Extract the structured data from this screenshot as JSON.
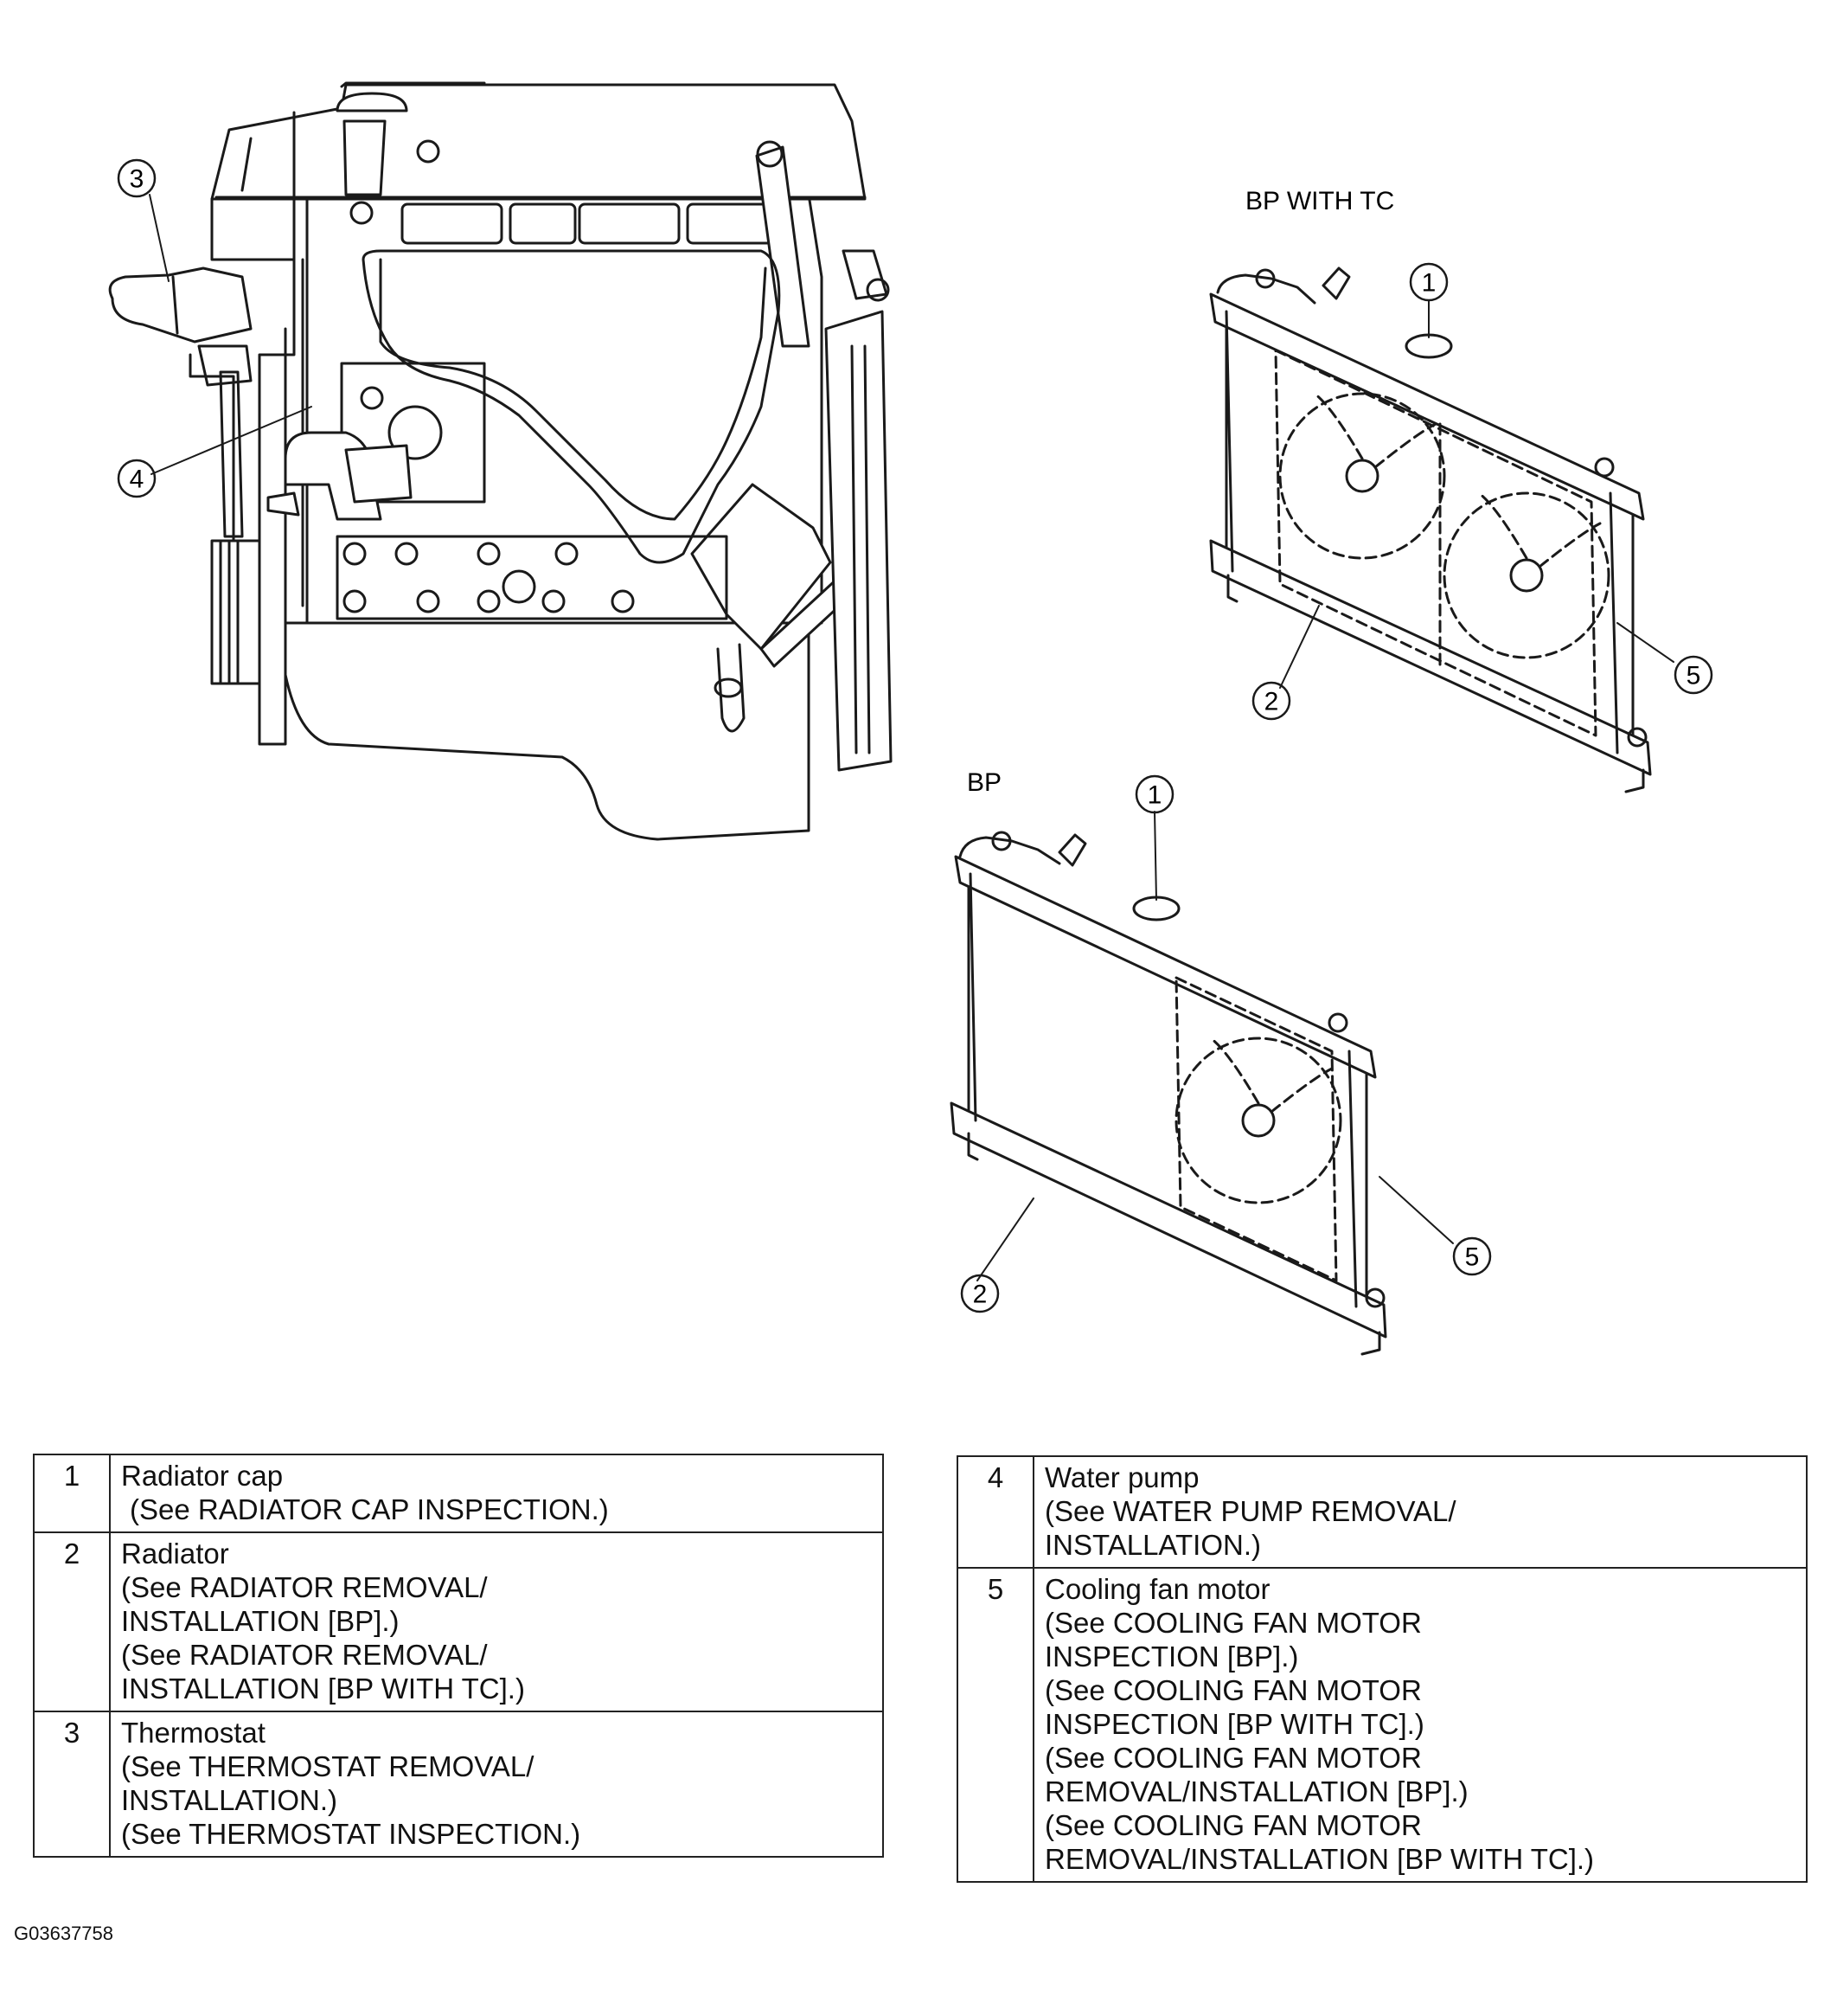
{
  "variant_labels": {
    "bp_with_tc": "BP WITH TC",
    "bp": "BP"
  },
  "callouts": [
    "1",
    "2",
    "3",
    "4",
    "5"
  ],
  "legend_left": [
    {
      "num": "1",
      "name": "Radiator cap",
      "refs": [
        "(See RADIATOR CAP INSPECTION.)"
      ]
    },
    {
      "num": "2",
      "name": "Radiator",
      "refs": [
        "(See RADIATOR REMOVAL/\nINSTALLATION [BP].)",
        "(See RADIATOR REMOVAL/\nINSTALLATION [BP WITH TC].)"
      ]
    },
    {
      "num": "3",
      "name": "Thermostat",
      "refs": [
        "(See THERMOSTAT REMOVAL/\nINSTALLATION.)",
        "(See THERMOSTAT INSPECTION.)"
      ]
    }
  ],
  "legend_right": [
    {
      "num": "4",
      "name": "Water pump",
      "refs": [
        "(See WATER PUMP REMOVAL/\nINSTALLATION.)"
      ]
    },
    {
      "num": "5",
      "name": "Cooling fan motor",
      "refs": [
        "(See COOLING FAN MOTOR\nINSPECTION [BP].)",
        "(See COOLING FAN MOTOR\nINSPECTION [BP WITH TC].)",
        "(See COOLING FAN MOTOR\nREMOVAL/INSTALLATION [BP].)",
        "(See COOLING FAN MOTOR\nREMOVAL/INSTALLATION [BP WITH TC].)"
      ]
    }
  ],
  "figure_code": "G03637758"
}
